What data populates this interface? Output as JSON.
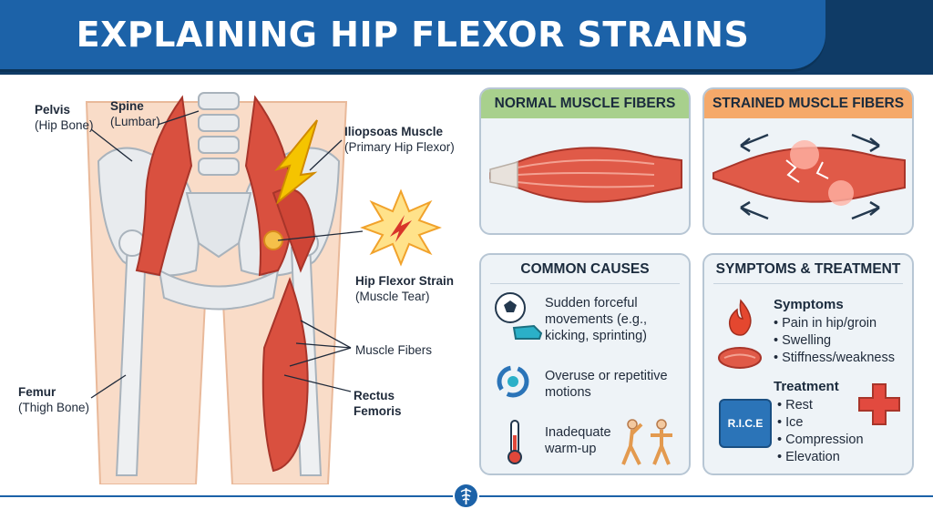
{
  "title": "EXPLAINING HIP FLEXOR STRAINS",
  "anatomy": {
    "pelvis": {
      "name": "Pelvis",
      "sub": "(Hip Bone)"
    },
    "spine": {
      "name": "Spine",
      "sub": "(Lumbar)"
    },
    "iliopsoas": {
      "name": "Iliopsoas Muscle",
      "sub": "(Primary Hip Flexor)"
    },
    "strain": {
      "name": "Hip Flexor Strain",
      "sub": "(Muscle Tear)"
    },
    "fibers": {
      "name": "Muscle Fibers"
    },
    "rectus": {
      "name": "Rectus",
      "sub": "Femoris"
    },
    "femur": {
      "name": "Femur",
      "sub": "(Thigh Bone)"
    }
  },
  "normal": {
    "title": "NORMAL MUSCLE FIBERS"
  },
  "strained": {
    "title": "STRAINED MUSCLE FIBERS"
  },
  "causes": {
    "title": "COMMON CAUSES",
    "items": [
      {
        "text": "Sudden forceful movements (e.g., kicking, sprinting)",
        "icon": "soccer-ball-and-shoe"
      },
      {
        "text": "Overuse or repetitive motions",
        "icon": "circular-arrows"
      },
      {
        "text": "Inadequate warm-up",
        "icon": "thermometer-and-stretching"
      }
    ]
  },
  "symptoms": {
    "title": "SYMPTOMS & TREATMENT",
    "symptoms_label": "Symptoms",
    "symptom_items": [
      "Pain in hip/groin",
      "Swelling",
      "Stiffness/weakness"
    ],
    "treatment_label": "Treatment",
    "treatment_items": [
      "Rest",
      "Ice",
      "Compression",
      "Elevation"
    ],
    "rice": "R.I.C.E"
  },
  "colors": {
    "header": "#1c62a8",
    "muscle": "#d9503f",
    "bone": "#eef0f2",
    "normal_head": "#a8d08d",
    "strained_head": "#f5a96a"
  }
}
